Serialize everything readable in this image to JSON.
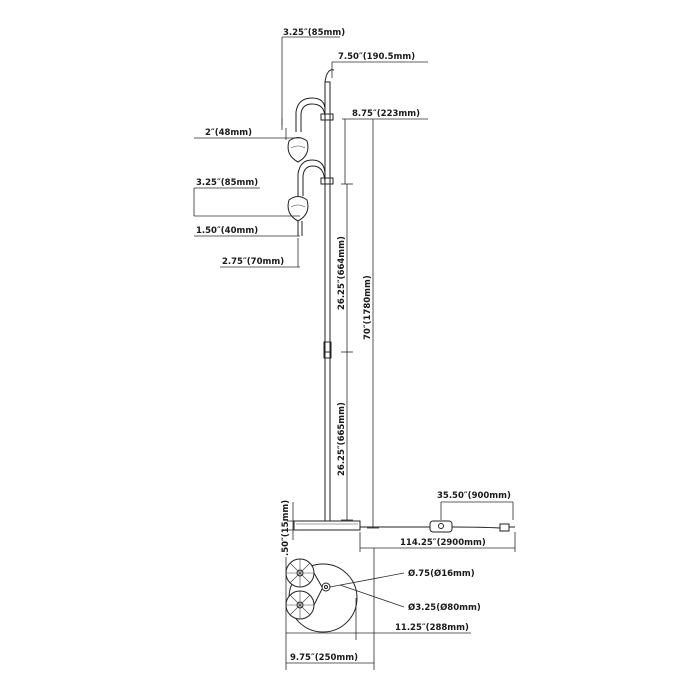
{
  "dimensions": {
    "shade_width_top": "3.25″(85mm)",
    "arm_reach": "7.50″(190.5mm)",
    "arm_height": "8.75″(223mm)",
    "shade_height_top": "2″(48mm)",
    "shade_width_lower": "3.25″(85mm)",
    "shade_gap": "1.50″(40mm)",
    "shade_spacing": "2.75″(70mm)",
    "pole_upper_segment": "26.25″(664mm)",
    "pole_lower_segment": "26.25″(665mm)",
    "overall_height": "70″(1780mm)",
    "switch_distance": "35.50″(900mm)",
    "base_thickness": ".50″(15mm)",
    "cord_length": "114.25″(2900mm)",
    "pole_diameter": "Ø.75(Ø16mm)",
    "shade_diameter": "Ø3.25(Ø80mm)",
    "base_depth": "11.25″(288mm)",
    "base_width": "9.75″(250mm)"
  }
}
